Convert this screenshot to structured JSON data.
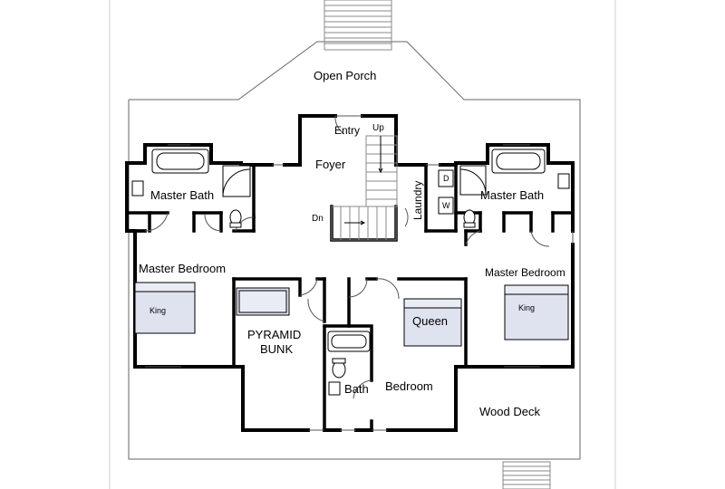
{
  "plan": {
    "open_porch": "Open Porch",
    "entry": "Entry",
    "up": "Up",
    "foyer": "Foyer",
    "dn": "Dn",
    "laundry": "Laundry",
    "dryer": "D",
    "washer": "W",
    "master_bath_left": "Master Bath",
    "master_bath_right": "Master Bath",
    "master_bedroom_left": "Master Bedroom",
    "master_bedroom_right": "Master Bedroom",
    "bed_king_left": "King",
    "bed_king_right": "King",
    "bed_queen": "Queen",
    "pyramid_line1": "PYRAMID",
    "pyramid_line2": "BUNK",
    "bath": "Bath",
    "bedroom": "Bedroom",
    "wood_deck": "Wood Deck"
  },
  "colors": {
    "wall": "#000000",
    "thin_line": "#555555",
    "bed_fill": "#dfe3ef",
    "bed_inner": "#e9ecf5",
    "stair_line": "#8a8a8a"
  }
}
